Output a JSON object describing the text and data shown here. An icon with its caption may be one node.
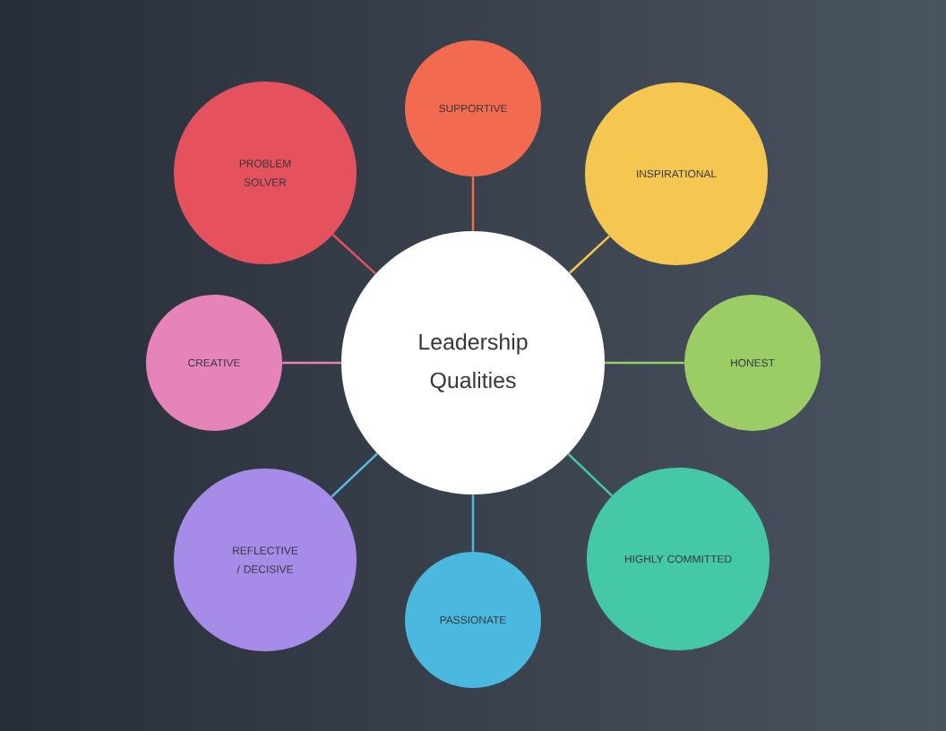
{
  "diagram": {
    "nodes": [
      {
        "text": [
          "Leadership Qualities"
        ]
      },
      {
        "text": [
          "SUPPORTIVE"
        ]
      },
      {
        "text": [
          "INSPIRATIONAL"
        ]
      },
      {
        "text": [
          "HONEST"
        ]
      },
      {
        "text": [
          "HIGHLY COMMITTED"
        ]
      },
      {
        "text": [
          "PASSIONATE"
        ]
      },
      {
        "text": [
          "REFLECTIVE / DECISIVE"
        ]
      },
      {
        "text": [
          "CREATIVE"
        ]
      },
      {
        "text": [
          "PROBLEM SOLVER"
        ]
      }
    ],
    "edges": [
      {
        "from": 0,
        "to": 1,
        "arrow": "none",
        "color": "#f26b50"
      },
      {
        "from": 0,
        "to": 2,
        "arrow": "none",
        "color": "#f5c750"
      },
      {
        "from": 0,
        "to": 3,
        "arrow": "none",
        "color": "#9ccc65"
      },
      {
        "from": 0,
        "to": 4,
        "arrow": "none",
        "color": "#45c8a5"
      },
      {
        "from": 0,
        "to": 5,
        "arrow": "none",
        "color": "#4bb8e0"
      },
      {
        "from": 0,
        "to": 6,
        "arrow": "none",
        "color": "#5bbbe0"
      },
      {
        "from": 0,
        "to": 7,
        "arrow": "none",
        "color": "#e683b9"
      },
      {
        "from": 0,
        "to": 8,
        "arrow": "none",
        "color": "#e5525d"
      }
    ]
  }
}
